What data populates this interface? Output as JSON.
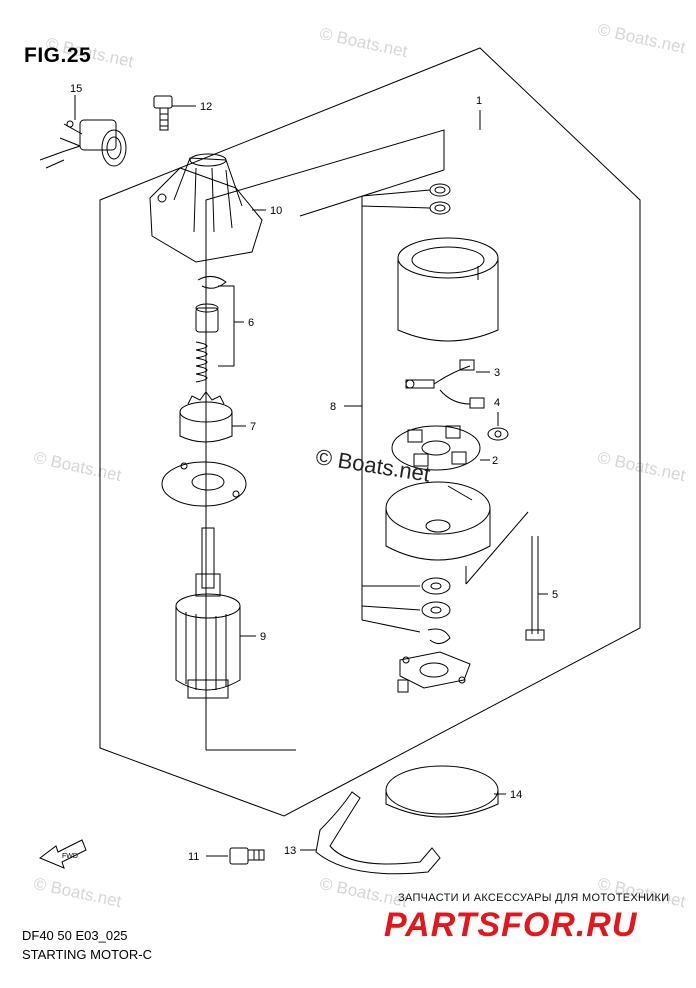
{
  "figure": {
    "title": "FIG.25"
  },
  "footer": {
    "code": "DF40 50 E03_025",
    "caption": "STARTING MOTOR-C"
  },
  "watermarks": {
    "center": "© Boats.net",
    "faint": "© Boats.net"
  },
  "banner": {
    "tagline": "ЗАПЧАСТИ И АКСЕССУАРЫ ДЛЯ МОТОТЕХНИКИ",
    "brand": "PARTSFOR.RU",
    "brand_color": "#e4151b"
  },
  "callouts": {
    "c1": "1",
    "c2": "2",
    "c3": "3",
    "c4": "4",
    "c5": "5",
    "c6": "6",
    "c7": "7",
    "c8": "8",
    "c9": "9",
    "c10": "10",
    "c11": "11",
    "c12": "12",
    "c13": "13",
    "c14": "14",
    "c15": "15"
  },
  "fwd_arrow": {
    "label": "FWD"
  }
}
